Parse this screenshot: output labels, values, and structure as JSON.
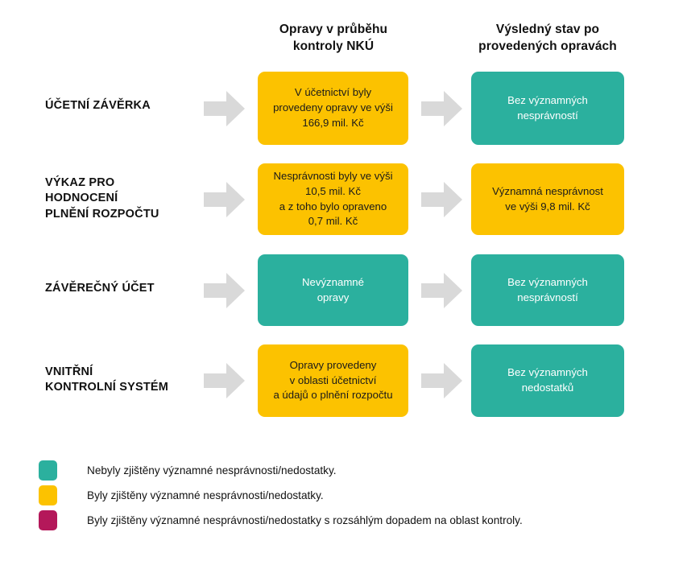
{
  "headers": {
    "col1": "Opravy v průběhu\nkontroly NKÚ",
    "col2": "Výsledný stav po\nprovedených opravách"
  },
  "colors": {
    "teal": "#2bb09e",
    "yellow": "#fcc200",
    "magenta": "#b4185a",
    "arrow_gray": "#d9d9d9",
    "text_dark": "#111111",
    "text_light": "#ffffff"
  },
  "rows": [
    {
      "label": "ÚČETNÍ ZÁVĚRKA",
      "col1": {
        "text": "V účetnictví byly\nprovedeny opravy ve výši\n166,9 mil. Kč",
        "status": "yellow"
      },
      "col2": {
        "text": "Bez významných\nnesprávností",
        "status": "teal"
      }
    },
    {
      "label": "VÝKAZ PRO\nHODNOCENÍ\nPLNĚNÍ ROZPOČTU",
      "col1": {
        "text": "Nesprávnosti byly ve výši\n10,5 mil. Kč\na z toho bylo opraveno\n0,7 mil. Kč",
        "status": "yellow"
      },
      "col2": {
        "text": "Významná nesprávnost\nve výši 9,8 mil. Kč",
        "status": "yellow"
      }
    },
    {
      "label": "ZÁVĚREČNÝ ÚČET",
      "col1": {
        "text": "Nevýznamné\nopravy",
        "status": "teal"
      },
      "col2": {
        "text": "Bez významných\nnesprávností",
        "status": "teal"
      }
    },
    {
      "label": "VNITŘNÍ\nKONTROLNÍ SYSTÉM",
      "col1": {
        "text": "Opravy provedeny\nv oblasti účetnictví\na údajů o plnění rozpočtu",
        "status": "yellow"
      },
      "col2": {
        "text": "Bez významných\nnedostatků",
        "status": "teal"
      }
    }
  ],
  "legend": [
    {
      "status": "teal",
      "text": "Nebyly zjištěny významné nesprávnosti/nedostatky."
    },
    {
      "status": "yellow",
      "text": "Byly zjištěny významné nesprávnosti/nedostatky."
    },
    {
      "status": "magenta",
      "text": "Byly zjištěny významné nesprávnosti/nedostatky s rozsáhlým dopadem na oblast kontroly."
    }
  ]
}
